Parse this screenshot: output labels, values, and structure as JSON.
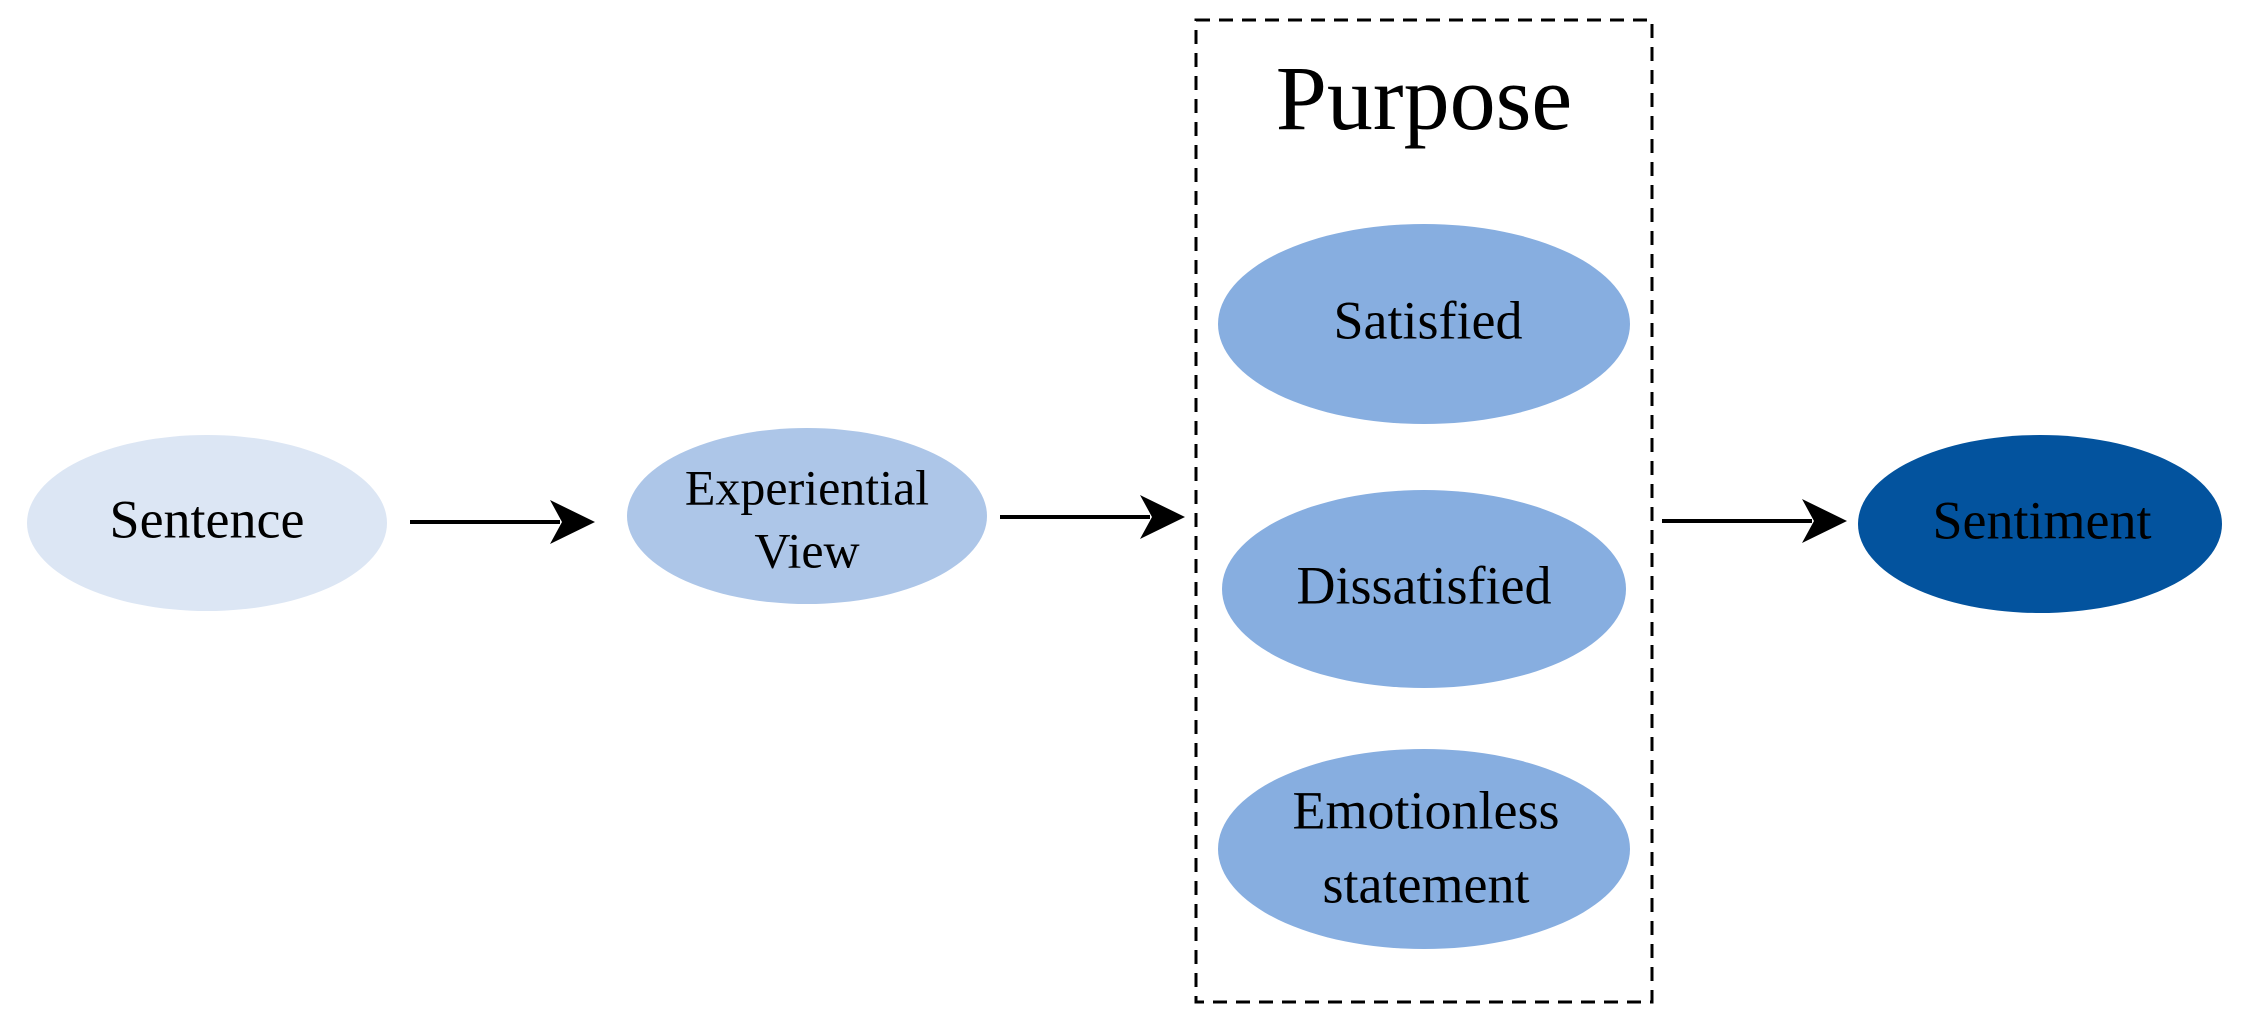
{
  "nodes": {
    "sentence": {
      "label": "Sentence",
      "color": "#dce6f4"
    },
    "experiential_view": {
      "label_line1": "Experiential",
      "label_line2": "View",
      "color": "#adc6e8"
    },
    "satisfied": {
      "label": "Satisfied",
      "color": "#87aee0"
    },
    "dissatisfied": {
      "label": "Dissatisfied",
      "color": "#87aee0"
    },
    "emotionless_statement": {
      "label_line1": "Emotionless",
      "label_line2": "statement",
      "color": "#87aee0"
    },
    "sentiment": {
      "label": "Sentiment",
      "color": "#03539e"
    }
  },
  "purpose_group": {
    "title": "Purpose",
    "border": "dashed"
  },
  "flow": [
    "sentence",
    "experiential_view",
    "purpose_group",
    "sentiment"
  ],
  "colors": {
    "arrow": "#000000",
    "text": "#000000"
  }
}
